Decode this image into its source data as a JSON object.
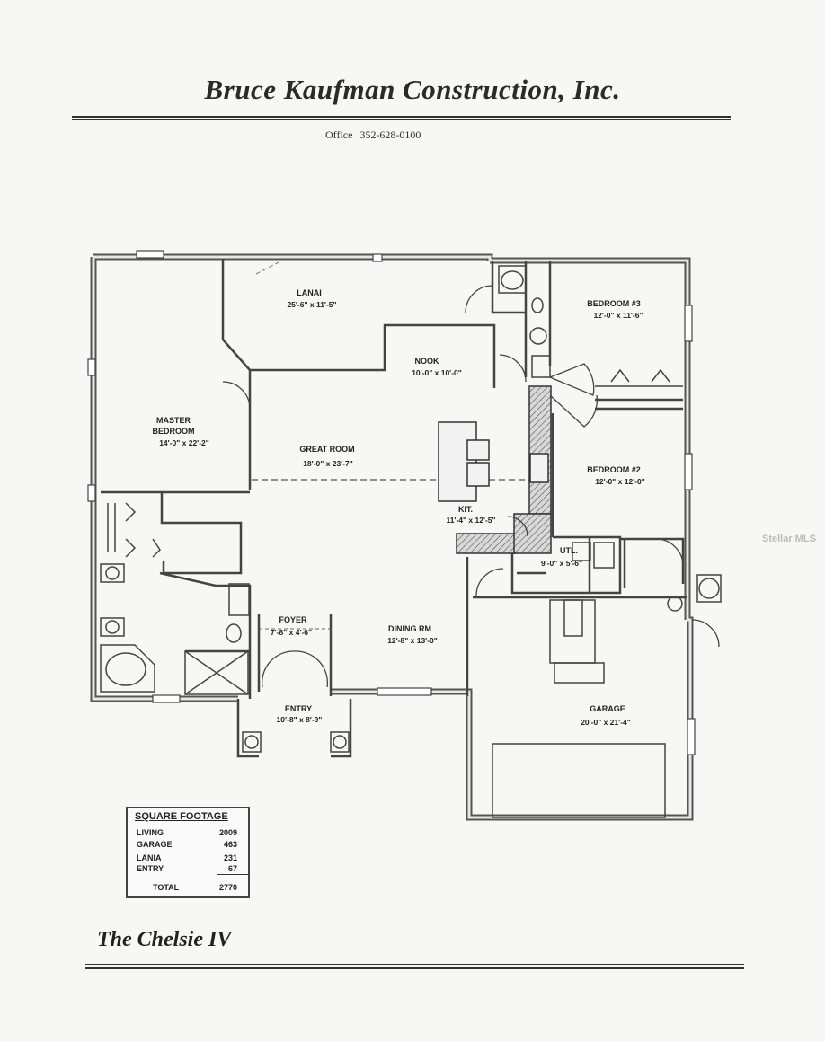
{
  "header": {
    "company": "Bruce Kaufman Construction, Inc.",
    "office_label": "Office",
    "office_phone": "352-628-0100"
  },
  "rooms": {
    "lanai": {
      "name": "LANAI",
      "dims": "25'-6\" x 11'-5\""
    },
    "nook": {
      "name": "NOOK",
      "dims": "10'-0\" x 10'-0\""
    },
    "bedroom3": {
      "name": "BEDROOM #3",
      "dims": "12'-0\" x 11'-6\""
    },
    "master": {
      "name1": "MASTER",
      "name2": "BEDROOM",
      "dims": "14'-0\" x 22'-2\""
    },
    "great_room": {
      "name": "GREAT ROOM",
      "dims": "18'-0\" x 23'-7\""
    },
    "bedroom2": {
      "name": "BEDROOM #2",
      "dims": "12'-0\" x 12'-0\""
    },
    "kit": {
      "name": "KIT.",
      "dims": "11'-4\" x 12'-5\""
    },
    "utl": {
      "name": "UTL.",
      "dims": "9'-0\" x 5'-6\""
    },
    "foyer": {
      "name": "FOYER",
      "dims": "7'-8\" x 4'-6\""
    },
    "dining": {
      "name": "DINING RM",
      "dims": "12'-8\" x 13'-0\""
    },
    "entry": {
      "name": "ENTRY",
      "dims": "10'-8\" x 8'-9\""
    },
    "garage": {
      "name": "GARAGE",
      "dims": "20'-0\" x 21'-4\""
    }
  },
  "square_footage": {
    "title": "SQUARE FOOTAGE",
    "rows": [
      {
        "label": "LIVING",
        "value": "2009"
      },
      {
        "label": "GARAGE",
        "value": "463"
      },
      {
        "label": "LANIA",
        "value": "231"
      },
      {
        "label": "ENTRY",
        "value": "67"
      }
    ],
    "total": {
      "label": "TOTAL",
      "value": "2770"
    }
  },
  "model_name": "The Chelsie IV",
  "watermark": "Stellar MLS",
  "colors": {
    "wall": "#444444",
    "wall_fill": "#bdbdbd",
    "ink": "#222222",
    "paper": "#f7f7f5"
  }
}
